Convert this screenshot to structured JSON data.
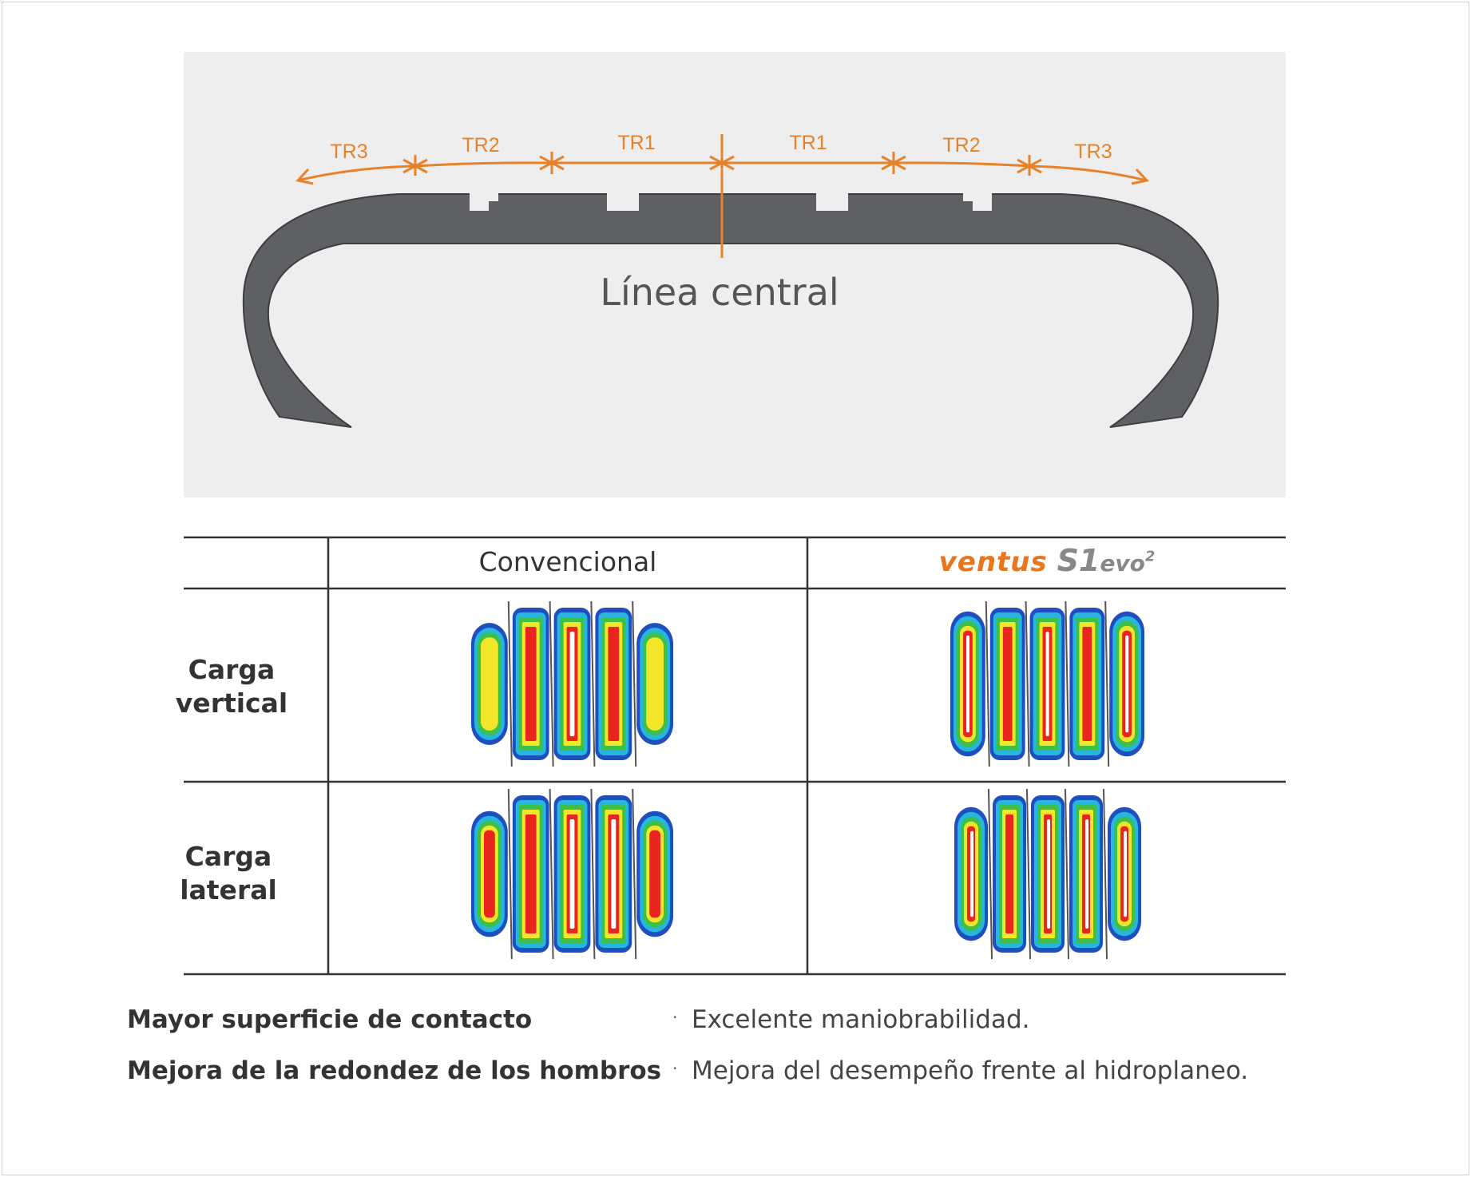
{
  "diagram": {
    "center_label": "Línea central",
    "zones": [
      "TR3",
      "TR2",
      "TR1",
      "TR1",
      "TR2",
      "TR3"
    ],
    "accent_color": "#e8822a",
    "tire_color": "#5f6064"
  },
  "table": {
    "columns": {
      "conventional": "Convencional",
      "ventus": {
        "brand": "ventus",
        "model": "S1",
        "suffix": "evo",
        "sup": "2"
      }
    },
    "rows": [
      {
        "label_line1": "Carga",
        "label_line2": "vertical"
      },
      {
        "label_line1": "Carga",
        "label_line2": "lateral"
      }
    ]
  },
  "footer": [
    {
      "feature": "Mayor superficie de contacto",
      "benefit": "Excelente maniobrabilidad."
    },
    {
      "feature": "Mejora de la redondez de los hombros",
      "benefit": "Mejora del desempeño frente al hidroplaneo."
    }
  ]
}
